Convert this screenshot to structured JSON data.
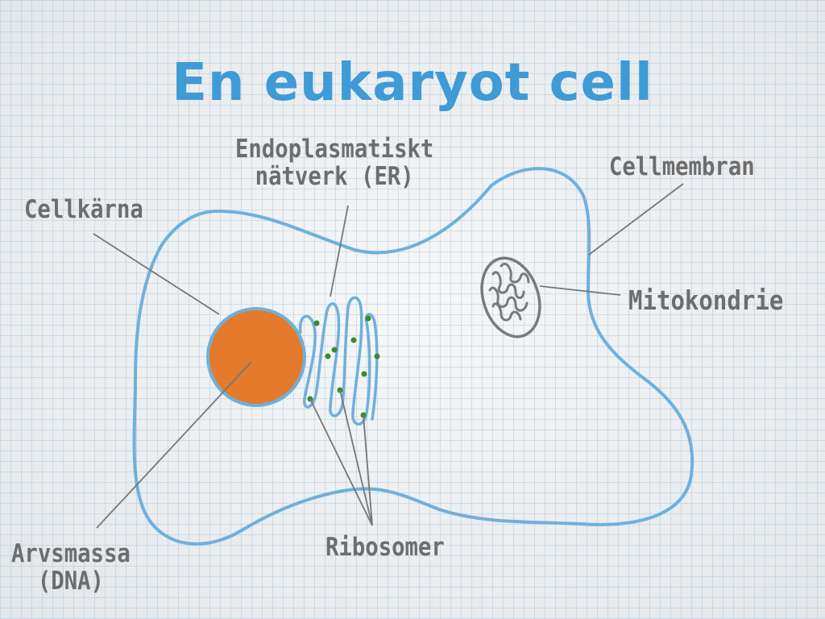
{
  "title": "En eukaryot cell",
  "labels": {
    "er_line1": "Endoplasmatiskt",
    "er_line2": "nätverk (ER)",
    "membrane": "Cellmembran",
    "nucleus": "Cellkärna",
    "mitochondrion": "Mitokondrie",
    "dna_line1": "Arvsmassa",
    "dna_line2": "(DNA)",
    "ribosomes": "Ribosomer"
  },
  "colors": {
    "title": "#3e9bd6",
    "membrane": "#6fb0dc",
    "nucleus_fill": "#e37a2c",
    "nucleus_outline": "#6fb0dc",
    "label_text": "#6d6d6d",
    "leader_line": "#777777",
    "mitochondrion": "#7a7a7a",
    "ribosome": "#3b8a2c",
    "grid": "#96b9d2"
  }
}
